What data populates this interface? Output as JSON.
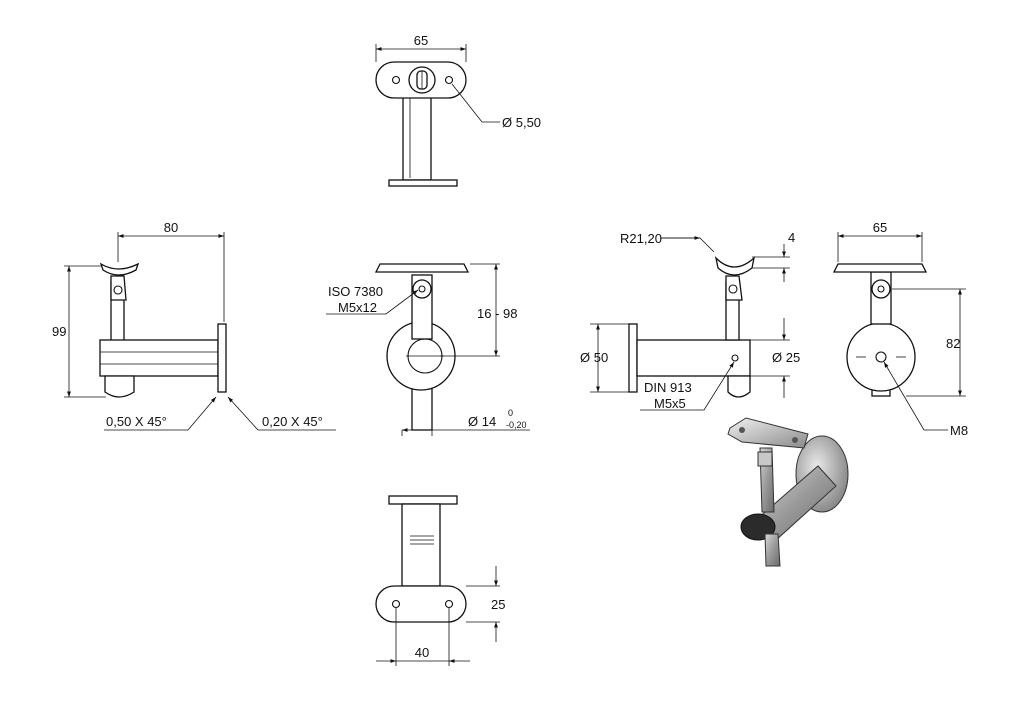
{
  "drawing": {
    "top_view": {
      "width_label": "65",
      "hole_label": "Ø 5,50"
    },
    "side_view": {
      "reach_label": "80",
      "height_label": "99",
      "chamfer_left_label": "0,50 X 45°",
      "chamfer_right_label": "0,20 X 45°"
    },
    "front_view": {
      "screw_label_line1": "ISO 7380",
      "screw_label_line2": "M5x12",
      "range_label": "16 - 98",
      "shaft_label": "Ø 14",
      "tol_upper": "0",
      "tol_lower": "-0,20"
    },
    "right_side_view": {
      "radius_label": "R21,20",
      "thickness_label": "4",
      "flange_label": "Ø 50",
      "tube_label": "Ø 25",
      "setscrew_line1": "DIN 913",
      "setscrew_line2": "M5x5"
    },
    "end_view": {
      "width_label": "65",
      "height_label": "82",
      "thread_label": "M8"
    },
    "bottom_view": {
      "length_label": "40",
      "width_label": "25"
    }
  }
}
